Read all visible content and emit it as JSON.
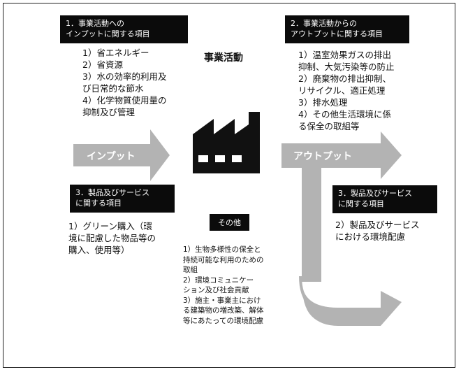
{
  "diagram": {
    "center_title": "事業活動",
    "input_header": "1．事業活動への\nインプットに関する項目",
    "input_items": [
      "1）省エネルギー",
      "2）省資源",
      "3）水の効率的利用及",
      "び日常的な節水",
      "4）化学物質使用量の",
      "抑制及び管理"
    ],
    "output_header": "2．事業活動からの\nアウトプットに関する項目",
    "output_items": [
      "1）温室効果ガスの排出",
      "抑制、大気汚染等の防止",
      "2）廃棄物の排出抑制、",
      "リサイクル、適正処理",
      "3）排水処理",
      "4）その他生活環境に係",
      "る保全の取組等"
    ],
    "input_arrow_label": "インプット",
    "output_arrow_label": "アウトプット",
    "products_left_header": "3．製品及びサービス\nに関する項目",
    "products_left_items": [
      "1）グリーン購入（環",
      "境に配慮した物品等の",
      "購入、使用等）"
    ],
    "products_right_header": "3．製品及びサービス\nに関する項目",
    "products_right_items": [
      "2）製品及びサービス",
      "における環境配慮"
    ],
    "other_label": "その他",
    "other_items": [
      "1）生物多様性の保全と",
      "持続可能な利用のための",
      "取組",
      "2）環境コミュニケー",
      "ション及び社会貢献",
      "3）施主・事業主におけ",
      "る建築物の増改築、解体",
      "等にあたっての環境配慮"
    ]
  }
}
